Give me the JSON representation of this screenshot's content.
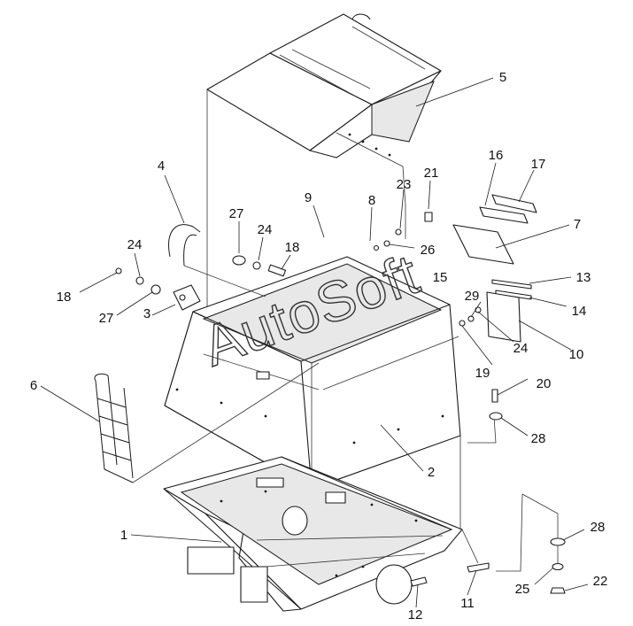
{
  "watermark": "AutoSoft",
  "callouts": [
    {
      "id": "c1",
      "label": "1"
    },
    {
      "id": "c2",
      "label": "2"
    },
    {
      "id": "c3",
      "label": "3"
    },
    {
      "id": "c4",
      "label": "4"
    },
    {
      "id": "c5",
      "label": "5"
    },
    {
      "id": "c6",
      "label": "6"
    },
    {
      "id": "c7",
      "label": "7"
    },
    {
      "id": "c8",
      "label": "8"
    },
    {
      "id": "c9",
      "label": "9"
    },
    {
      "id": "c10",
      "label": "10"
    },
    {
      "id": "c11",
      "label": "11"
    },
    {
      "id": "c12",
      "label": "12"
    },
    {
      "id": "c13",
      "label": "13"
    },
    {
      "id": "c14",
      "label": "14"
    },
    {
      "id": "c15",
      "label": "15"
    },
    {
      "id": "c16",
      "label": "16"
    },
    {
      "id": "c17",
      "label": "17"
    },
    {
      "id": "c18a",
      "label": "18"
    },
    {
      "id": "c18b",
      "label": "18"
    },
    {
      "id": "c19",
      "label": "19"
    },
    {
      "id": "c20",
      "label": "20"
    },
    {
      "id": "c21",
      "label": "21"
    },
    {
      "id": "c22",
      "label": "22"
    },
    {
      "id": "c23",
      "label": "23"
    },
    {
      "id": "c24a",
      "label": "24"
    },
    {
      "id": "c24b",
      "label": "24"
    },
    {
      "id": "c24c",
      "label": "24"
    },
    {
      "id": "c25",
      "label": "25"
    },
    {
      "id": "c26",
      "label": "26"
    },
    {
      "id": "c27a",
      "label": "27"
    },
    {
      "id": "c27b",
      "label": "27"
    },
    {
      "id": "c28a",
      "label": "28"
    },
    {
      "id": "c28b",
      "label": "28"
    },
    {
      "id": "c29",
      "label": "29"
    }
  ]
}
